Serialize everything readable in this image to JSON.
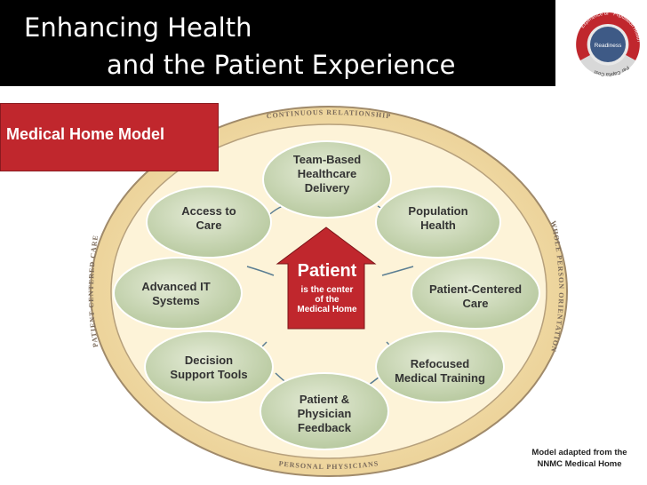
{
  "header": {
    "title_line1": "Enhancing Health",
    "title_line2": "and the Patient Experience",
    "logo": {
      "center_label": "Readiness",
      "ring_labels": [
        "Experience of Care",
        "Population Health",
        "Per Capita Cost"
      ]
    }
  },
  "section_tag": {
    "label": "Medical Home Model"
  },
  "diagram": {
    "ring_labels": {
      "top": "CONTINUOUS RELATIONSHIP",
      "bottom": "PERSONAL PHYSICIANS",
      "left": "PATIENT-CENTERED CARE",
      "right": "WHOLE PERSON ORIENTATION"
    },
    "center": {
      "title": "Patient",
      "subtitle_line1": "is the center",
      "subtitle_line2": "of the",
      "subtitle_line3": "Medical Home"
    },
    "nodes": {
      "team": [
        "Team-Based",
        "Healthcare",
        "Delivery"
      ],
      "population": [
        "Population",
        "Health"
      ],
      "patient_centered": [
        "Patient-Centered",
        "Care"
      ],
      "refocused": [
        "Refocused",
        "Medical Training"
      ],
      "feedback": [
        "Patient &",
        "Physician",
        "Feedback"
      ],
      "decision": [
        "Decision",
        "Support Tools"
      ],
      "advanced_it": [
        "Advanced IT",
        "Systems"
      ],
      "access": [
        "Access to",
        "Care"
      ]
    }
  },
  "credit": {
    "line1": "Model adapted from the",
    "line2": "NNMC Medical Home"
  },
  "colors": {
    "header_bg": "#000000",
    "tag_bg": "#c0272d",
    "ring": "#eed9a0",
    "node": "#c9d6b5",
    "house": "#c0272d"
  }
}
